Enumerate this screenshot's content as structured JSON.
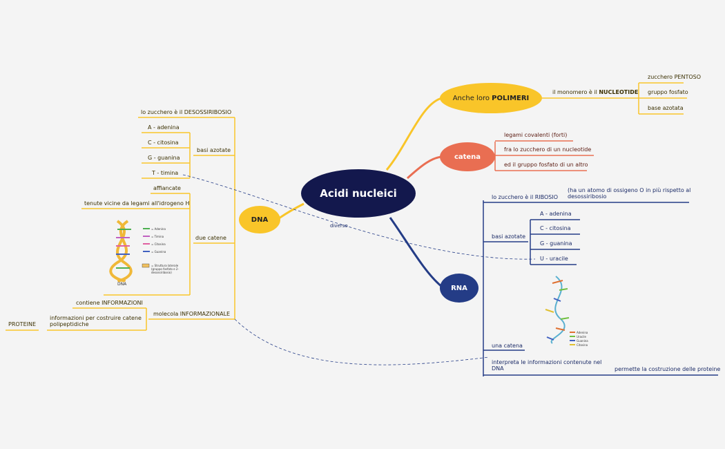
{
  "root": "Acidi nucleici",
  "polimeri": {
    "title_prefix": "Anche loro ",
    "title_bold": "POLIMERI",
    "monomero_prefix": "il monomero è il ",
    "monomero_bold": "NUCLEOTIDE",
    "items": [
      "zucchero PENTOSO",
      "gruppo fosfato",
      "base azotata"
    ]
  },
  "catena": {
    "title": "catena",
    "items": [
      "legami covalenti (forti)",
      "fra lo zucchero di un nucleotide",
      "ed il gruppo fosfato di un altro"
    ]
  },
  "rna": {
    "title": "RNA",
    "zucchero": "lo zucchero è il RIBOSIO",
    "note": "(ha un atomo di ossigeno O in più rispetto al desossiribosio",
    "basi_label": "basi azotate",
    "basi": [
      "A - adenina",
      "C - citosina",
      "G - guanina",
      "U - uracile"
    ],
    "una_catena": "una catena",
    "interpreta": "interpreta le informazioni contenute nel DNA",
    "permette": "permette la costruzione delle proteine",
    "legend": [
      "Adenina",
      "Uracile",
      "Guanina",
      "Citosina"
    ]
  },
  "dna": {
    "title": "DNA",
    "zucchero": "lo zucchero è il DESOSSIRIBOSIO",
    "basi_label": "basi azotate",
    "basi": [
      "A - adenina",
      "C - citosina",
      "G - guanina",
      "T - timina"
    ],
    "due_catene": "due catene",
    "affiancate": "affiancate",
    "tenute": "tenute vicine da legami all'idrogeno H",
    "legend": [
      "= Adenina",
      "= Timina",
      "= Citosina",
      "= Guanina"
    ],
    "legend_box": "= Struttura laterale (gruppo fosfato e 2-desossiribosio)",
    "image_caption": "DNA",
    "molecola": "molecola INFORMAZIONALE",
    "contiene": "contiene INFORMAZIONI",
    "informazioni": "informazioni per costruire catene polipeptidiche",
    "proteine": "PROTEINE"
  },
  "diverso": "diverso",
  "colors": {
    "yellow": "#f9c529",
    "red": "#e96e52",
    "blue": "#243c86",
    "root": "#13184d"
  }
}
